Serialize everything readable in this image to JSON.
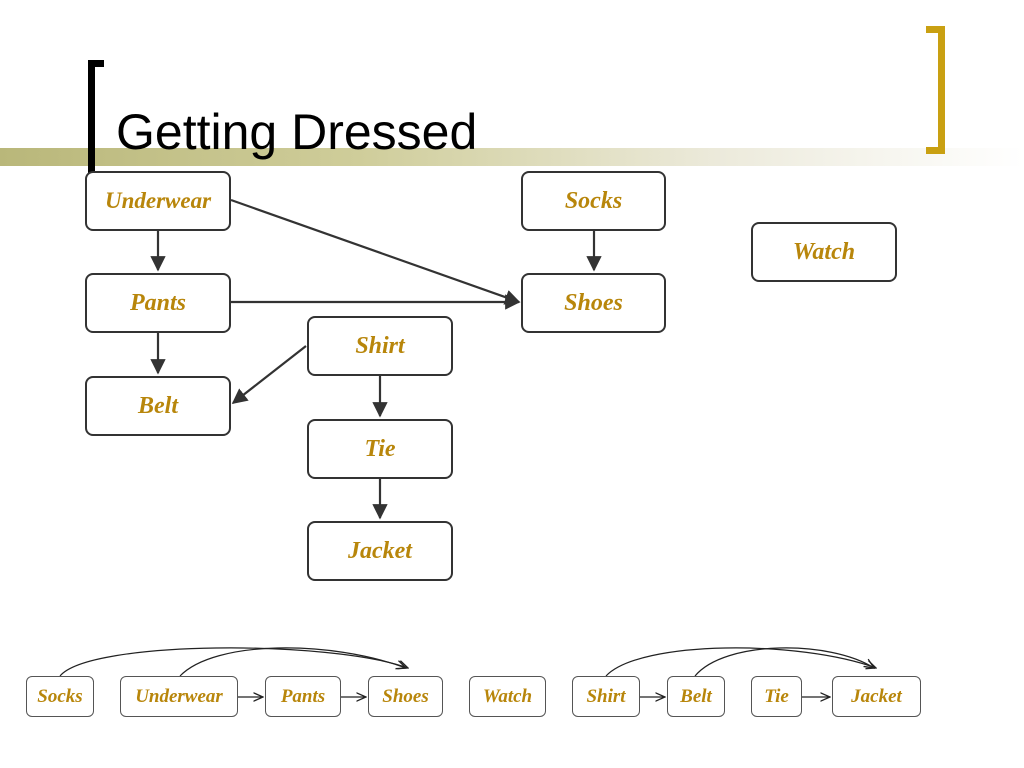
{
  "slide": {
    "title": "Getting Dressed",
    "accent_color": "#c9a012",
    "node_text_color": "#b8860b"
  },
  "graph": {
    "nodes": {
      "underwear": "Underwear",
      "socks": "Socks",
      "watch": "Watch",
      "pants": "Pants",
      "shoes": "Shoes",
      "shirt": "Shirt",
      "belt": "Belt",
      "tie": "Tie",
      "jacket": "Jacket"
    },
    "edges": [
      [
        "Underwear",
        "Pants"
      ],
      [
        "Underwear",
        "Shoes"
      ],
      [
        "Socks",
        "Shoes"
      ],
      [
        "Pants",
        "Shoes"
      ],
      [
        "Pants",
        "Belt"
      ],
      [
        "Shirt",
        "Belt"
      ],
      [
        "Shirt",
        "Tie"
      ],
      [
        "Tie",
        "Jacket"
      ]
    ]
  },
  "sorted_order": [
    "Socks",
    "Underwear",
    "Pants",
    "Shoes",
    "Watch",
    "Shirt",
    "Belt",
    "Tie",
    "Jacket"
  ]
}
